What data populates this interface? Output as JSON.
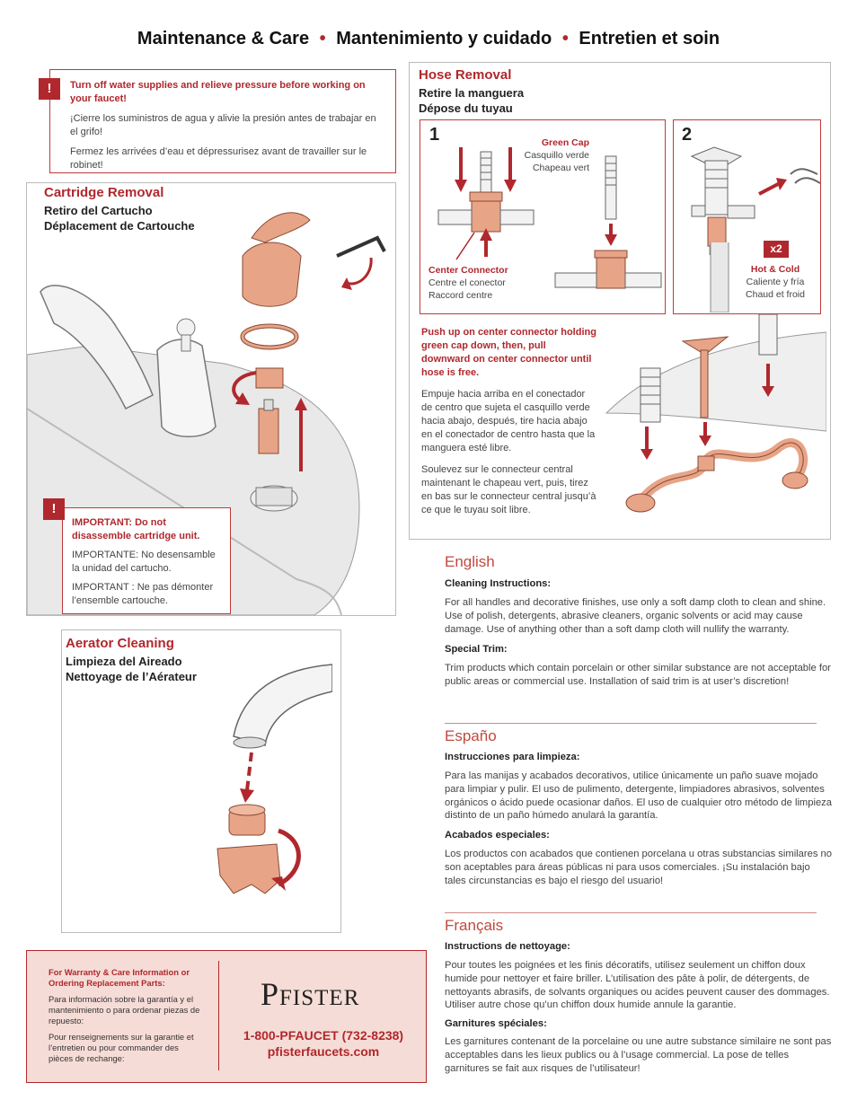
{
  "page_title": {
    "en": "Maintenance & Care",
    "es": "Mantenimiento y cuidado",
    "fr": "Entretien et soin",
    "sep": "•"
  },
  "warning_top": {
    "icon": "!",
    "en": "Turn off water supplies and relieve pressure before working on your faucet!",
    "es": "¡Cierre los suministros de agua y alivie la presión antes de trabajar en el grifo!",
    "fr": "Fermez les arrivées d’eau et dépressurisez avant de travailler sur le robinet!"
  },
  "cartridge": {
    "title": "Cartridge Removal",
    "es": "Retiro del Cartucho",
    "fr": "Déplacement de Cartouche",
    "warning": {
      "icon": "!",
      "en": "IMPORTANT: Do not disassemble cartridge unit.",
      "es": "IMPORTANTE: No desensamble la unidad del cartucho.",
      "fr": "IMPORTANT : Ne pas démonter l’ensemble cartouche."
    }
  },
  "aerator": {
    "title": "Aerator Cleaning",
    "es": "Limpieza del Aireado",
    "fr": "Nettoyage de l’Aérateur"
  },
  "hose": {
    "title": "Hose Removal",
    "es": "Retire la manguera",
    "fr": "Dépose du tuyau",
    "step1": {
      "num": "1",
      "green_cap_en": "Green Cap",
      "green_cap_es": "Casquillo verde",
      "green_cap_fr": "Chapeau vert",
      "center_en": "Center Connector",
      "center_es": "Centre el conector",
      "center_fr": "Raccord centre"
    },
    "step2": {
      "num": "2",
      "badge": "x2",
      "hc_en": "Hot & Cold",
      "hc_es": "Caliente y fría",
      "hc_fr": "Chaud et froid"
    },
    "instr_en": "Push up on center connector holding green cap down, then, pull downward on center connector until hose is free.",
    "instr_es": "Empuje hacia arriba en el conectador de centro que sujeta el casquillo verde hacia abajo, después, tire hacia abajo en el conectador de centro hasta que la manguera esté libre.",
    "instr_fr": "Soulevez sur le connecteur central maintenant le chapeau vert, puis, tirez en bas sur le connecteur central jusqu’à ce que le tuyau soit libre."
  },
  "english": {
    "heading": "English",
    "h1": "Cleaning Instructions:",
    "p1": "For all handles and decorative finishes, use only a soft damp cloth to clean and shine. Use of polish, detergents, abrasive cleaners, organic solvents or acid may cause damage. Use of anything other than a soft damp cloth will nullify the warranty.",
    "h2": "Special Trim:",
    "p2": "Trim products which contain porcelain or other similar substance are not acceptable for public areas or commercial use. Installation of said trim is at user’s discretion!"
  },
  "spanish": {
    "heading": "Españo",
    "h1": "Instrucciones para limpieza:",
    "p1": "Para las manijas y acabados decorativos, utilice únicamente un paño suave mojado para limpiar y pulir. El uso de pulimento, detergente, limpiadores abrasivos, solventes orgánicos o ácido puede ocasionar daños. El uso de cualquier otro método de limpieza distinto de un paño húmedo anulará la garantía.",
    "h2": "Acabados especiales:",
    "p2": "Los productos con acabados que contienen porcelana u otras substancias similares no son aceptables para áreas públicas ni para usos comerciales. ¡Su instalación bajo tales circunstancias es bajo el riesgo del usuario!"
  },
  "french": {
    "heading": "Français",
    "h1": "Instructions de nettoyage:",
    "p1": "Pour toutes les poignées et les finis décoratifs, utilisez seulement un chiffon doux humide pour nettoyer et faire briller. L’utilisation des pâte à polir, de détergents, de nettoyants abrasifs, de solvants organiques ou acides peuvent causer des dommages. Utiliser autre chose qu’un chiffon doux humide annule la garantie.",
    "h2": "Garnitures spéciales:",
    "p2": "Les garnitures contenant de la porcelaine ou une autre substance similaire ne sont pas acceptables dans les lieux publics ou à l’usage commercial. La pose de telles garnitures se fait aux risques de l’utilisateur!"
  },
  "footer": {
    "en": "For Warranty & Care Information or Ordering Replacement Parts:",
    "es": "Para información sobre la garantía y el mantenimiento o para ordenar piezas de repuesto:",
    "fr": "Pour renseignements sur la garantie et l’entretien ou pour commander des pièces de rechange:",
    "logo": "Pfister",
    "phone": "1-800-PFAUCET (732-8238)",
    "web": "pfisterfaucets.com"
  },
  "colors": {
    "accent": "#b0282d",
    "copper": "#e7a487",
    "footer_bg": "#f6dcd6"
  }
}
